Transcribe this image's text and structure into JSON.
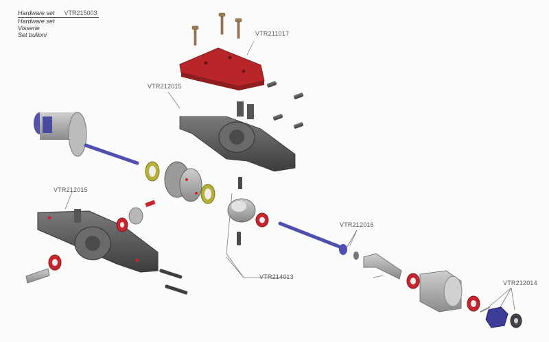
{
  "legend": {
    "title": "Hardware set",
    "code": "VTR215003",
    "translations": [
      "Hardware set",
      "Visserie",
      "Set bulloni"
    ]
  },
  "callouts": {
    "top_plate": "VTR211017",
    "upper_housing": "VTR212015",
    "lower_housing": "VTR212015",
    "driveshaft": "VTR212016",
    "outdrive": "VTR214013",
    "hub_hex": "VTR212014"
  },
  "colors": {
    "plate_red": "#b8262a",
    "shaft_blue": "#4f4fb0",
    "bearing_red": "#c8262e",
    "housing_grey": "#5b5b5b",
    "gear_olive": "#b5b03a",
    "screw_bronze": "#9c7a52"
  }
}
